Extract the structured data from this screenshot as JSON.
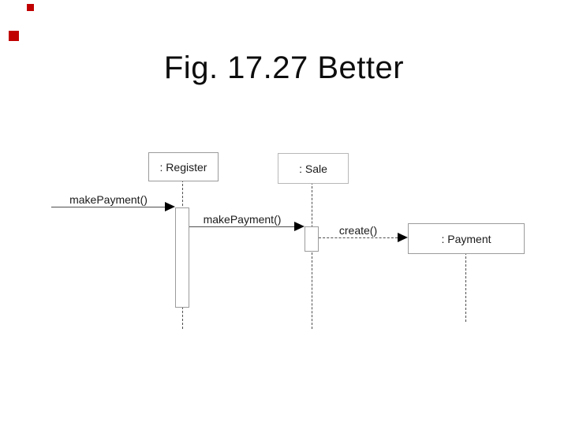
{
  "slide": {
    "title": "Fig. 17.27 Better"
  },
  "decorations": {
    "marker_color": "#c00000"
  },
  "diagram": {
    "type": "uml-sequence",
    "objects": [
      {
        "label": ": Register"
      },
      {
        "label": ": Sale"
      },
      {
        "label": ": Payment"
      }
    ],
    "messages": [
      {
        "label": "makePayment()",
        "line": "solid"
      },
      {
        "label": "makePayment()",
        "line": "solid"
      },
      {
        "label": "create()",
        "line": "dashed"
      }
    ],
    "colors": {
      "line": "#4f4f4f",
      "box_border": "#9b9b9b",
      "arrowhead": "#000000",
      "text": "#1a1a1a"
    }
  }
}
